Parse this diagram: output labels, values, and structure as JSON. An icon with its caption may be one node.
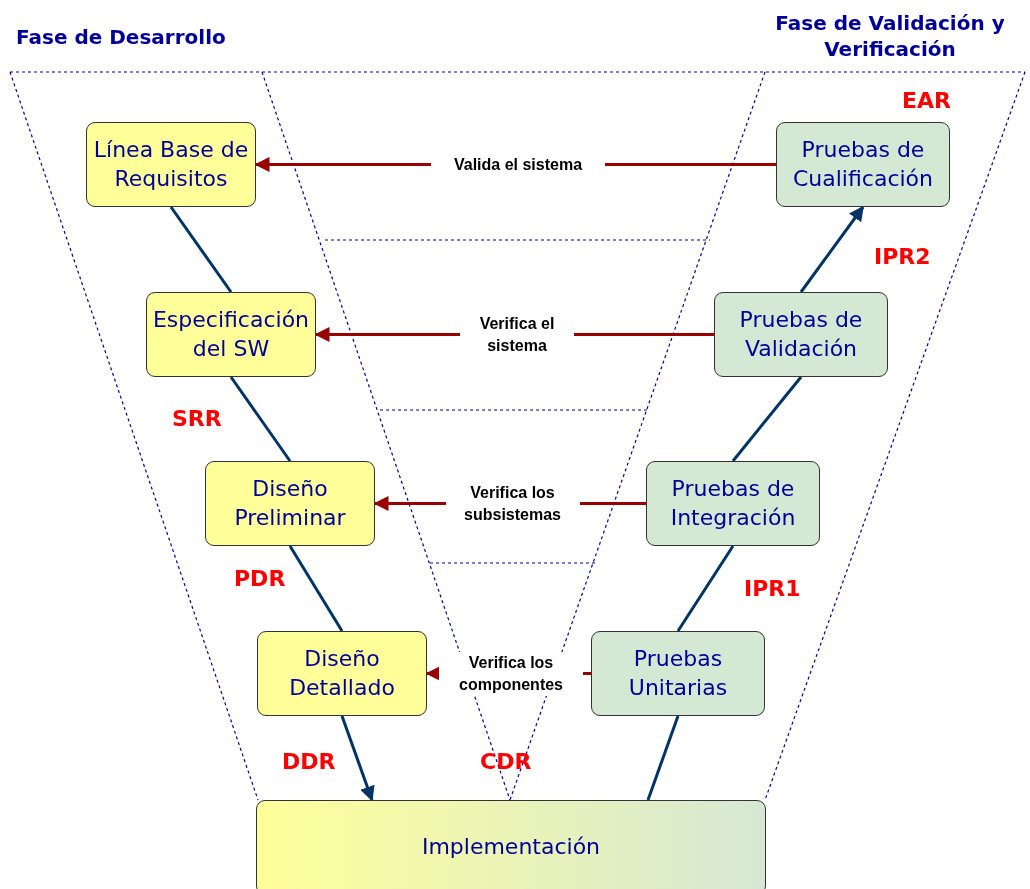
{
  "diagram": {
    "nodes": [
      {
        "text": [
          "Línea Base de Requisitos"
        ]
      },
      {
        "text": [
          "Especificación del SW"
        ]
      },
      {
        "text": [
          "Diseño Preliminar"
        ]
      },
      {
        "text": [
          "Diseño Detallado"
        ]
      },
      {
        "text": [
          "Implementación"
        ]
      },
      {
        "text": [
          "Pruebas Unitarias"
        ]
      },
      {
        "text": [
          "Pruebas de Integración"
        ]
      },
      {
        "text": [
          "Pruebas de Validación"
        ]
      },
      {
        "text": [
          "Pruebas de Cualificación"
        ]
      }
    ],
    "edges": [
      {
        "from": 0,
        "to": 1,
        "arrow": "none"
      },
      {
        "from": 1,
        "to": 2,
        "arrow": "none"
      },
      {
        "from": 2,
        "to": 3,
        "arrow": "none"
      },
      {
        "from": 3,
        "to": 4,
        "arrow": "to"
      },
      {
        "from": 4,
        "to": 5,
        "arrow": "none"
      },
      {
        "from": 5,
        "to": 6,
        "arrow": "none"
      },
      {
        "from": 6,
        "to": 7,
        "arrow": "none"
      },
      {
        "from": 7,
        "to": 8,
        "arrow": "to"
      },
      {
        "from": 8,
        "to": 0,
        "arrow": "to",
        "label": "Valida el sistema",
        "color": "#990000"
      },
      {
        "from": 7,
        "to": 1,
        "arrow": "to",
        "label": "Verifica el sistema",
        "color": "#990000"
      },
      {
        "from": 6,
        "to": 2,
        "arrow": "to",
        "label": "Verifica los subsistemas",
        "color": "#990000"
      },
      {
        "from": 5,
        "to": 3,
        "arrow": "to",
        "label": "Verifica los componentes",
        "color": "#990000"
      }
    ],
    "labels": [
      "Fase de Desarrollo",
      "Fase de Validación y Verificación",
      "EAR",
      "IPR2",
      "SRR",
      "IPR1",
      "PDR",
      "DDR",
      "CDR"
    ]
  }
}
